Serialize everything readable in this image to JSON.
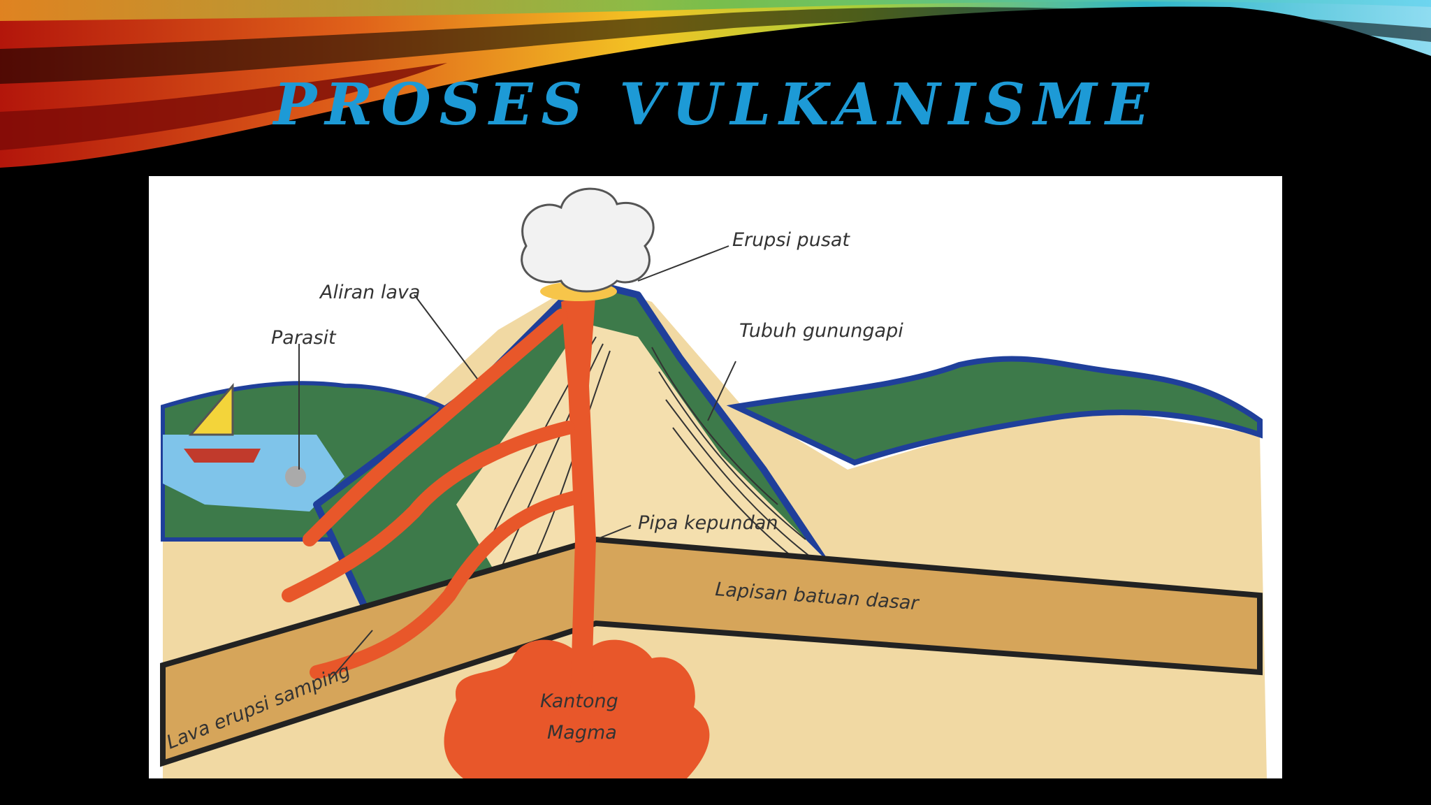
{
  "slide": {
    "title": "PROSES VULKANISME"
  },
  "diagram": {
    "labels": {
      "erupsi_pusat": "Erupsi pusat",
      "aliran_lava": "Aliran lava",
      "parasit": "Parasit",
      "tubuh_gunungapi": "Tubuh gunungapi",
      "pipa_kepundan": "Pipa kepundan",
      "lapisan_batuan_dasar": "Lapisan batuan dasar",
      "lava_erupsi_samping": "Lava erupsi samping",
      "kantong": "Kantong",
      "magma": "Magma"
    }
  },
  "colors": {
    "title": "#1d9ad6",
    "background": "#000000",
    "magma": "#e8572a",
    "sand": "#f1d9a3",
    "vegetation": "#3d7a4a",
    "water": "#7fc4ea",
    "outline": "#1f3f9a"
  },
  "icons": [
    "eruption-cloud-icon",
    "sailboat-icon"
  ]
}
